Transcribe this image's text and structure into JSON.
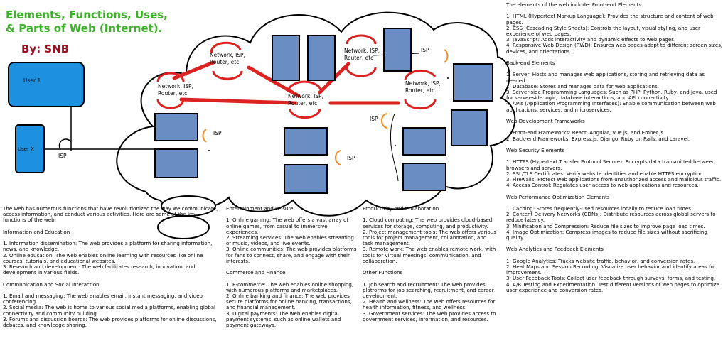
{
  "header": {
    "title_line1": "Elements, Functions, Uses,",
    "title_line2": "& Parts of Web (Internet).",
    "byline": "By: SNB"
  },
  "colors": {
    "title": "#3cb028",
    "byline": "#9a1020",
    "user_box": "#1e90e0",
    "server_box": "#6a8ec4",
    "link": "#dd2222",
    "isp_arc": "#f08a20"
  },
  "diagram": {
    "user1_label": "User 1",
    "userx_label": "User X",
    "isp_label": "ISP",
    "router_label_line1": "Network, ISP,",
    "router_label_line2": "Router, etc"
  },
  "col1": {
    "intro": "The web has numerous functions that have revolutionized the way we communicate, access information, and conduct various activities. Here are some of the key functions of the web:",
    "h1": "Information and Education",
    "items1": [
      "1. Information dissemination: The web provides a platform for sharing information, news, and knowledge.",
      "2. Online education: The web enables online learning with resources like online courses, tutorials, and educational websites.",
      "3. Research and development: The web facilitates research, innovation, and development in various fields."
    ],
    "h2": "Communication and Social Interaction",
    "items2": [
      "1. Email and messaging: The web enables email, instant messaging, and video conferencing.",
      "2. Social media: The web is home to various social media platforms, enabling global connectivity and community building.",
      "3. Forums and discussion boards: The web provides platforms for online discussions, debates, and knowledge sharing."
    ]
  },
  "col2": {
    "h1": "Entertainment and Leisure",
    "items1": [
      "1. Online gaming: The web offers a vast array of online games, from casual to immersive experiences.",
      "2. Streaming services: The web enables streaming of music, videos, and live events.",
      "3. Online communities: The web provides platforms for fans to connect, share, and engage with their interests."
    ],
    "h2": "Commerce and Finance",
    "items2": [
      "1. E-commerce: The web enables online shopping, with numerous platforms and marketplaces.",
      "2. Online banking and finance: The web provides secure platforms for online banking, transactions, and financial management.",
      "3. Digital payments: The web enables digital payment systems, such as online wallets and payment gateways."
    ]
  },
  "col3": {
    "h1": "Productivity and Collaboration",
    "items1": [
      "1. Cloud computing: The web provides cloud-based services for storage, computing, and productivity.",
      "2. Project management tools: The web offers various tools for project management, collaboration, and task management.",
      "3. Remote work: The web enables remote work, with tools for virtual meetings, communication, and collaboration."
    ],
    "h2": "Other Functions",
    "items2": [
      "1. Job search and recruitment: The web provides platforms for job searching, recruitment, and career development.",
      "2. Health and wellness: The web offers resources for health information, fitness, and wellness.",
      "3. Government services: The web provides access to government services, information, and resources."
    ]
  },
  "col4": {
    "h_front": "The elements of the web include: Front-end Elements",
    "front": [
      "1. HTML (Hypertext Markup Language): Provides the structure and content of web pages.",
      "2. CSS (Cascading Style Sheets): Controls the layout, visual styling, and user experience of web pages.",
      "3. JavaScript: Adds interactivity and dynamic effects to web pages.",
      "4. Responsive Web Design (RWD): Ensures web pages adapt to different screen sizes, devices, and orientations."
    ],
    "h_back": "Back-end Elements",
    "back": [
      "1. Server: Hosts and manages web applications, storing and retrieving data as needed.",
      "2. Database: Stores and manages data for web applications.",
      "3. Server-side Programming Languages: Such as PHP, Python, Ruby, and Java, used for server-side logic, database interactions, and API connectivity.",
      "4. APIs (Application Programming Interfaces): Enable communication between web applications, services, and microservices."
    ],
    "h_frameworks": "Web Development Frameworks",
    "frameworks": [
      "1. Front-end Frameworks: React, Angular, Vue.js, and Ember.js.",
      "2. Back-end Frameworks: Express.js, Django, Ruby on Rails, and Laravel."
    ],
    "h_security": "Web Security Elements",
    "security": [
      "1. HTTPS (Hypertext Transfer Protocol Secure): Encrypts data transmitted between browsers and servers.",
      "2. SSL/TLS Certificates: Verify website identities and enable HTTPS encryption.",
      "3. Firewalls: Protect web applications from unauthorized access and malicious traffic.",
      "4. Access Control: Regulates user access to web applications and resources."
    ],
    "h_performance": "Web Performance Optimization Elements",
    "performance": [
      "1. Caching: Stores frequently-used resources locally to reduce load times.",
      "2. Content Delivery Networks (CDNs): Distribute resources across global servers to reduce latency.",
      "3. Minification and Compression: Reduce file sizes to improve page load times.",
      "4. Image Optimization: Compress images to reduce file sizes without sacrificing quality."
    ],
    "h_analytics": "Web Analytics and Feedback Elements",
    "analytics": [
      "1. Google Analytics: Tracks website traffic, behavior, and conversion rates.",
      "2. Heat Maps and Session Recording: Visualize user behavior and identify areas for improvement.",
      "3. User Feedback Tools: Collect user feedback through surveys, forms, and testing.",
      "4. A/B Testing and Experimentation: Test different versions of web pages to optimize user experience and conversion rates."
    ]
  }
}
